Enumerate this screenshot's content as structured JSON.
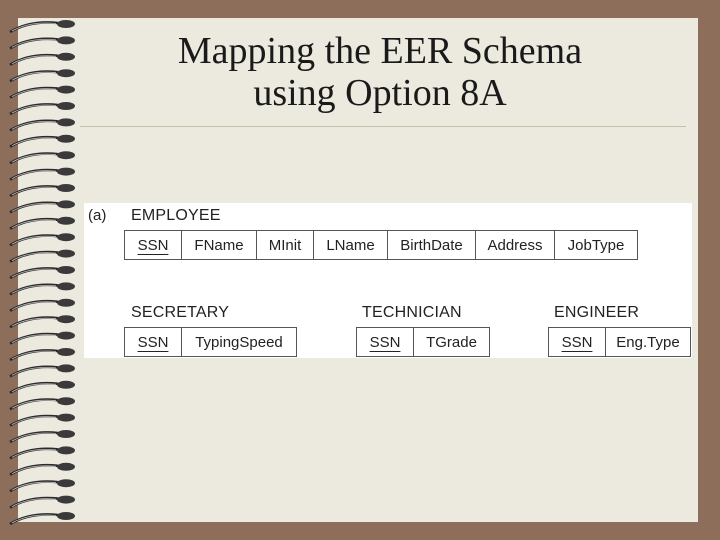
{
  "slide": {
    "title_line1": "Mapping the EER Schema",
    "title_line2": "using Option 8A"
  },
  "figure": {
    "label": "(a)",
    "relations": [
      {
        "name": "EMPLOYEE",
        "attributes": [
          "SSN",
          "FName",
          "MInit",
          "LName",
          "BirthDate",
          "Address",
          "JobType"
        ],
        "key": "SSN"
      },
      {
        "name": "SECRETARY",
        "attributes": [
          "SSN",
          "TypingSpeed"
        ],
        "key": "SSN"
      },
      {
        "name": "TECHNICIAN",
        "attributes": [
          "SSN",
          "TGrade"
        ],
        "key": "SSN"
      },
      {
        "name": "ENGINEER",
        "attributes": [
          "SSN",
          "Eng.Type"
        ],
        "key": "SSN"
      }
    ]
  },
  "colors": {
    "frame": "#8d6e5b",
    "page": "#ece9df",
    "ink": "#1a1a1a"
  }
}
